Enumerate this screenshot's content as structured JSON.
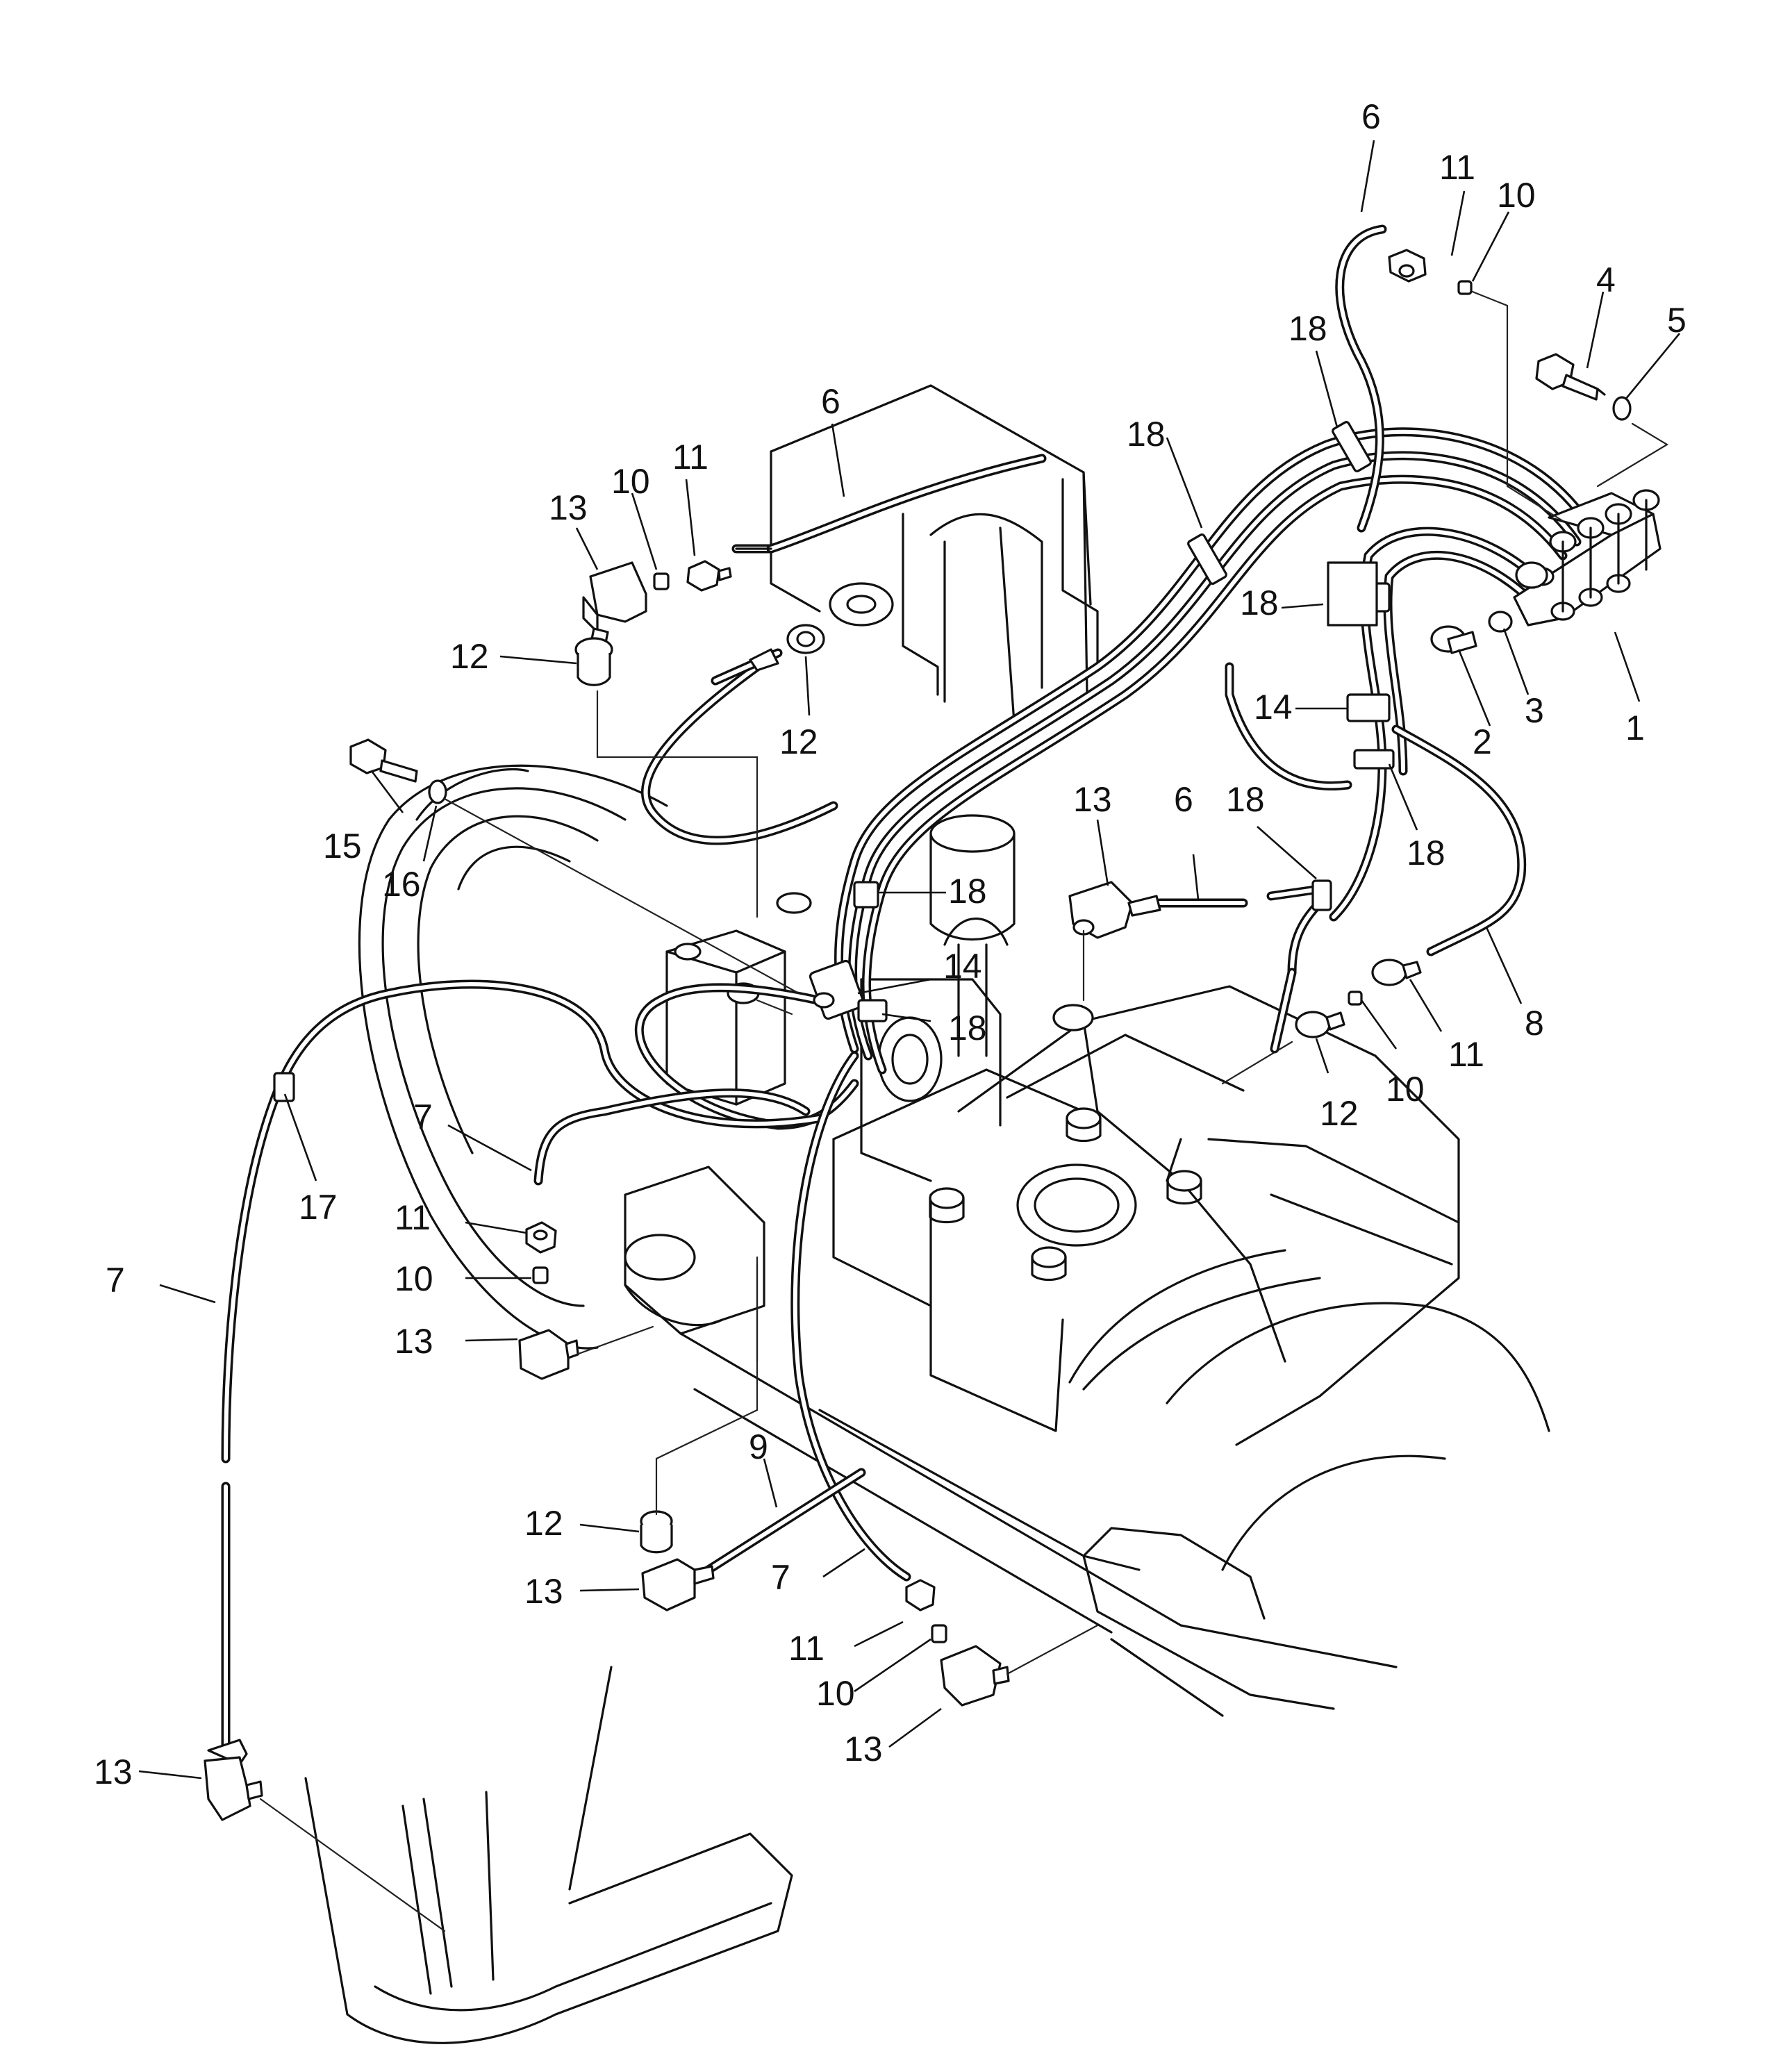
{
  "diagram": {
    "callouts": [
      {
        "id": "c-6-top",
        "text": "6"
      },
      {
        "id": "c-11-top",
        "text": "11"
      },
      {
        "id": "c-10-top",
        "text": "10"
      },
      {
        "id": "c-4",
        "text": "4"
      },
      {
        "id": "c-5",
        "text": "5"
      },
      {
        "id": "c-18-a",
        "text": "18"
      },
      {
        "id": "c-18-b",
        "text": "18"
      },
      {
        "id": "c-6-mid",
        "text": "6"
      },
      {
        "id": "c-11-left",
        "text": "11"
      },
      {
        "id": "c-10-left",
        "text": "10"
      },
      {
        "id": "c-13-left",
        "text": "13"
      },
      {
        "id": "c-12-left",
        "text": "12"
      },
      {
        "id": "c-12-mid",
        "text": "12"
      },
      {
        "id": "c-18-c",
        "text": "18"
      },
      {
        "id": "c-14-right",
        "text": "14"
      },
      {
        "id": "c-2",
        "text": "2"
      },
      {
        "id": "c-3",
        "text": "3"
      },
      {
        "id": "c-1",
        "text": "1"
      },
      {
        "id": "c-15",
        "text": "15"
      },
      {
        "id": "c-16",
        "text": "16"
      },
      {
        "id": "c-13-center",
        "text": "13"
      },
      {
        "id": "c-6-center",
        "text": "6"
      },
      {
        "id": "c-18-d",
        "text": "18"
      },
      {
        "id": "c-18-e",
        "text": "18"
      },
      {
        "id": "c-18-f",
        "text": "18"
      },
      {
        "id": "c-14-center",
        "text": "14"
      },
      {
        "id": "c-18-g",
        "text": "18"
      },
      {
        "id": "c-8",
        "text": "8"
      },
      {
        "id": "c-11-right",
        "text": "11"
      },
      {
        "id": "c-10-right",
        "text": "10"
      },
      {
        "id": "c-12-right",
        "text": "12"
      },
      {
        "id": "c-7-upper",
        "text": "7"
      },
      {
        "id": "c-17",
        "text": "17"
      },
      {
        "id": "c-11-lower",
        "text": "11"
      },
      {
        "id": "c-10-lower",
        "text": "10"
      },
      {
        "id": "c-7-left",
        "text": "7"
      },
      {
        "id": "c-13-lower",
        "text": "13"
      },
      {
        "id": "c-9",
        "text": "9"
      },
      {
        "id": "c-12-bottom",
        "text": "12"
      },
      {
        "id": "c-13-bottom",
        "text": "13"
      },
      {
        "id": "c-7-bottom",
        "text": "7"
      },
      {
        "id": "c-11-bottom",
        "text": "11"
      },
      {
        "id": "c-10-bottom",
        "text": "10"
      },
      {
        "id": "c-13-bottom-right",
        "text": "13"
      },
      {
        "id": "c-13-far-left",
        "text": "13"
      }
    ]
  }
}
